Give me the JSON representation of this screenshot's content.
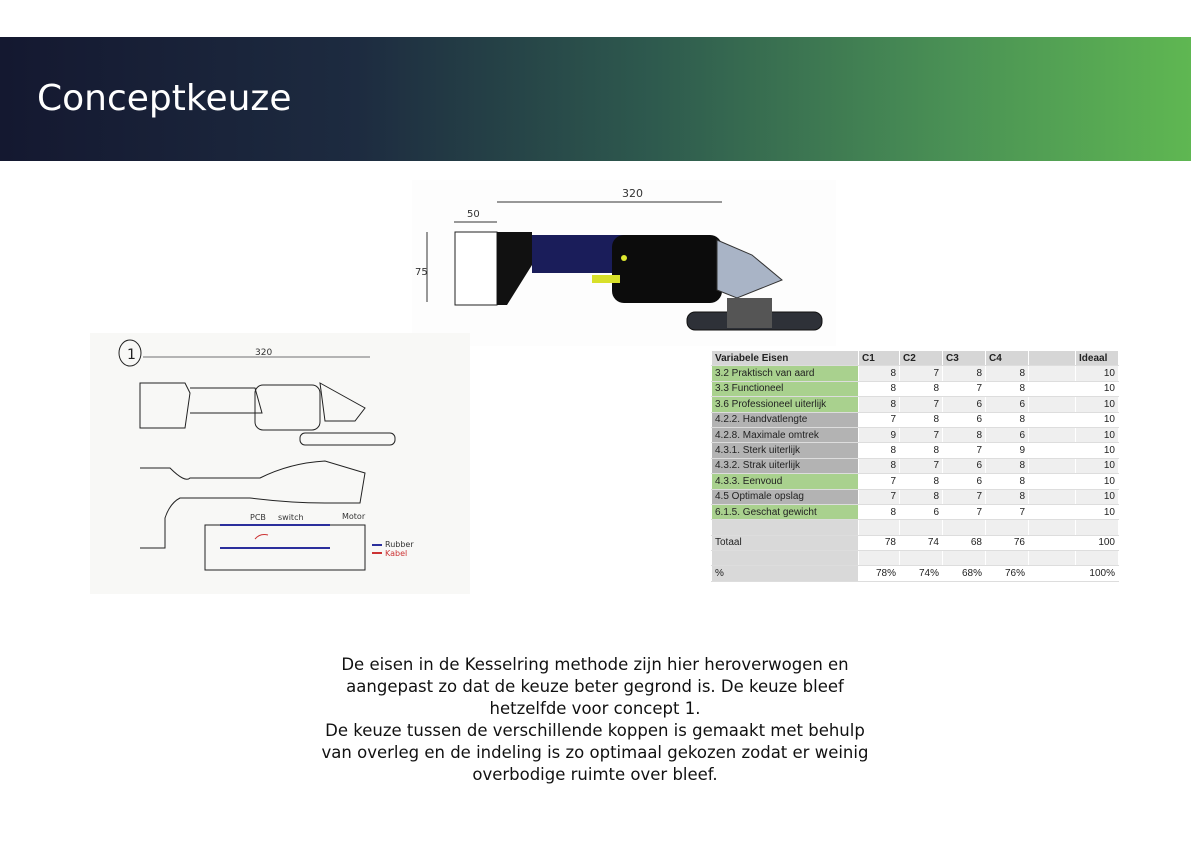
{
  "title": "Conceptkeuze",
  "sketch_top": {
    "dimension_labels": [
      "320",
      "50",
      "75"
    ]
  },
  "sketch_left": {
    "labels": [
      "1",
      "320",
      "PCB",
      "switch",
      "Motor",
      "Rubber",
      "Kabel"
    ]
  },
  "table": {
    "headers": [
      "Variabele Eisen",
      "C1",
      "C2",
      "C3",
      "C4",
      "",
      "Ideaal"
    ],
    "rows": [
      {
        "label": "3.2 Praktisch van aard",
        "type": "green",
        "values": [
          "8",
          "7",
          "8",
          "8",
          "",
          "10"
        ]
      },
      {
        "label": "3.3 Functioneel",
        "type": "green",
        "values": [
          "8",
          "8",
          "7",
          "8",
          "",
          "10"
        ]
      },
      {
        "label": "3.6 Professioneel uiterlijk",
        "type": "green",
        "values": [
          "8",
          "7",
          "6",
          "6",
          "",
          "10"
        ]
      },
      {
        "label": "4.2.2. Handvatlengte",
        "type": "grey",
        "values": [
          "7",
          "8",
          "6",
          "8",
          "",
          "10"
        ]
      },
      {
        "label": "4.2.8. Maximale omtrek",
        "type": "grey",
        "values": [
          "9",
          "7",
          "8",
          "6",
          "",
          "10"
        ]
      },
      {
        "label": "4.3.1. Sterk uiterlijk",
        "type": "grey",
        "values": [
          "8",
          "8",
          "7",
          "9",
          "",
          "10"
        ]
      },
      {
        "label": "4.3.2. Strak uiterlijk",
        "type": "grey",
        "values": [
          "8",
          "7",
          "6",
          "8",
          "",
          "10"
        ]
      },
      {
        "label": "4.3.3. Eenvoud",
        "type": "green",
        "values": [
          "7",
          "8",
          "6",
          "8",
          "",
          "10"
        ]
      },
      {
        "label": "4.5 Optimale opslag",
        "type": "grey",
        "values": [
          "7",
          "8",
          "7",
          "8",
          "",
          "10"
        ]
      },
      {
        "label": "6.1.5. Geschat gewicht",
        "type": "green",
        "values": [
          "8",
          "6",
          "7",
          "7",
          "",
          "10"
        ]
      },
      {
        "label": "",
        "type": "empty",
        "values": [
          "",
          "",
          "",
          "",
          "",
          ""
        ]
      },
      {
        "label": "Totaal",
        "type": "empty",
        "values": [
          "78",
          "74",
          "68",
          "76",
          "",
          "100"
        ]
      },
      {
        "label": "",
        "type": "empty",
        "values": [
          "",
          "",
          "",
          "",
          "",
          ""
        ]
      },
      {
        "label": "%",
        "type": "empty",
        "values": [
          "78%",
          "74%",
          "68%",
          "76%",
          "",
          "100%"
        ]
      }
    ]
  },
  "paragraph": [
    "De eisen in de Kesselring methode zijn hier heroverwogen en",
    "aangepast zo dat de keuze beter gegrond is. De keuze bleef",
    "hetzelfde voor concept 1.",
    "De keuze tussen de verschillende koppen is gemaakt met behulp",
    "van overleg en de indeling is zo optimaal gekozen zodat er weinig",
    "overbodige ruimte over bleef."
  ]
}
